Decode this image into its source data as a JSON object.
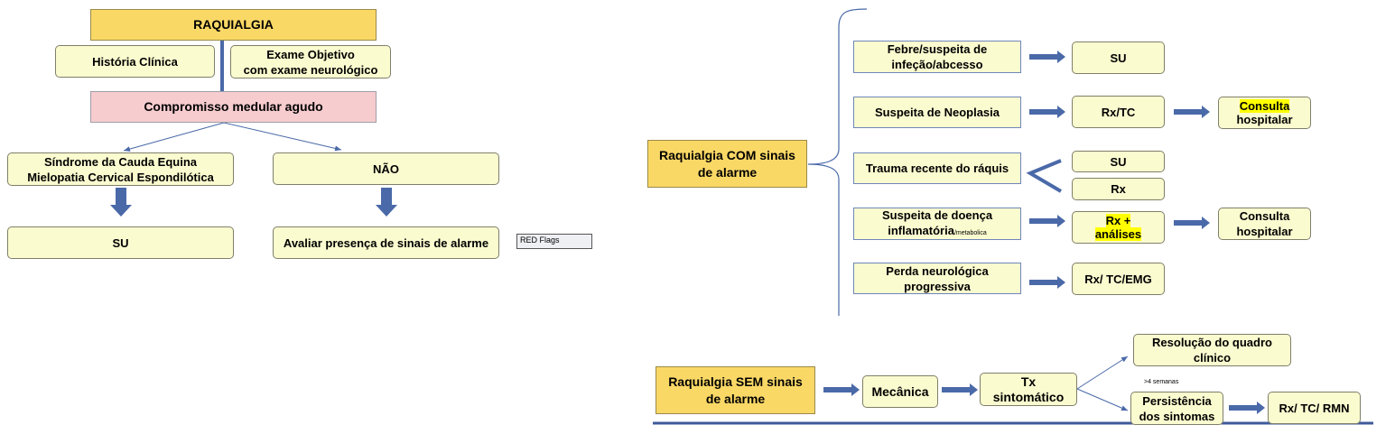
{
  "left": {
    "title": "RAQUIALGIA",
    "historia": "História Clínica",
    "exame_line1": "Exame Objetivo",
    "exame_line2": "com exame neurológico",
    "compromisso": "Compromisso medular agudo",
    "sindrome_line1": "Síndrome da Cauda Equina",
    "sindrome_line2": "Mielopatia Cervical Espondilótica",
    "nao": "NÃO",
    "su": "SU",
    "avaliar": "Avaliar presença de sinais de alarme",
    "red_flags": "RED Flags"
  },
  "com": {
    "title_line1": "Raquialgia COM sinais",
    "title_line2": "de alarme",
    "febre_line1": "Febre/suspeita de",
    "febre_line2": "infeção/abcesso",
    "febre_result": "SU",
    "neoplasia": "Suspeita de Neoplasia",
    "neoplasia_result": "Rx/TC",
    "neoplasia_next_line1": "Consulta",
    "neoplasia_next_line2": "hospitalar",
    "trauma": "Trauma recente do ráquis",
    "trauma_result1": "SU",
    "trauma_result2": "Rx",
    "inflam_line1": "Suspeita de doença",
    "inflam_line2": "inflamatória",
    "inflam_small": "/metabolica",
    "inflam_result_line1": "Rx +",
    "inflam_result_line2": "análises",
    "inflam_next_line1": "Consulta",
    "inflam_next_line2": "hospitalar",
    "perda_line1": "Perda neurológica",
    "perda_line2": "progressiva",
    "perda_result": "Rx/ TC/EMG"
  },
  "sem": {
    "title_line1": "Raquialgia SEM sinais",
    "title_line2": "de alarme",
    "mecanica": "Mecânica",
    "tx_line1": "Tx",
    "tx_line2": "sintomático",
    "resolucao_line1": "Resolução do quadro",
    "resolucao_line2": "clínico",
    "semanas": ">4 semanas",
    "persist_line1": "Persistência",
    "persist_line2": "dos sintomas",
    "persist_result": "Rx/ TC/ RMN"
  },
  "colors": {
    "gold": "#fad866",
    "cream": "#fbfbd0",
    "pink": "#f6cccf",
    "arrow": "#4a69a8",
    "highlight": "#ffff00"
  }
}
